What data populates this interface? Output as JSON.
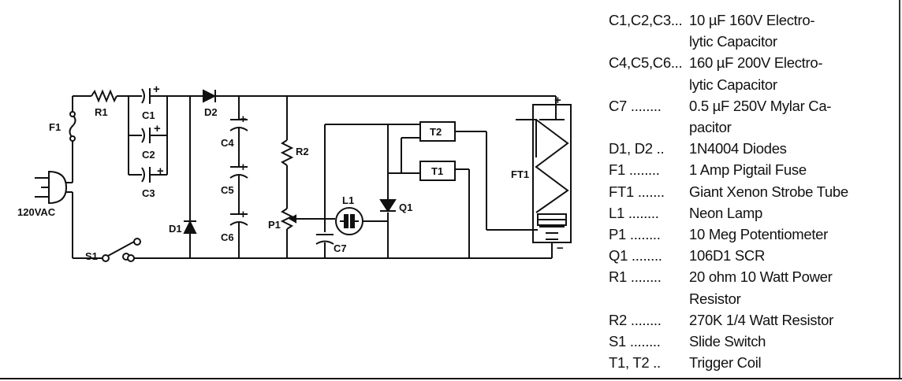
{
  "schematic": {
    "labels": {
      "f1": "F1",
      "r1": "R1",
      "c1": "C1",
      "c2": "C2",
      "c3": "C3",
      "d2": "D2",
      "c4": "C4",
      "c5": "C5",
      "c6": "C6",
      "r2": "R2",
      "p1": "P1",
      "c7": "C7",
      "l1": "L1",
      "q1": "Q1",
      "t1": "T1",
      "t2": "T2",
      "ft1": "FT1",
      "d1": "D1",
      "s1": "S1",
      "plug": "120VAC"
    },
    "polarity": {
      "plus": "+",
      "minus": "−"
    }
  },
  "parts_list": [
    {
      "ref": "C1,C2,C3...",
      "desc": "10 µF 160V Electro-\nlytic Capacitor"
    },
    {
      "ref": "C4,C5,C6...",
      "desc": "160 µF 200V Electro-\nlytic Capacitor"
    },
    {
      "ref": "C7 ........",
      "desc": "0.5 µF 250V Mylar Ca-\npacitor"
    },
    {
      "ref": "D1, D2 ..",
      "desc": "1N4004 Diodes"
    },
    {
      "ref": "F1 ........",
      "desc": "1 Amp Pigtail Fuse"
    },
    {
      "ref": "FT1 .......",
      "desc": "Giant Xenon Strobe Tube"
    },
    {
      "ref": "L1 ........",
      "desc": "Neon Lamp"
    },
    {
      "ref": "P1 ........",
      "desc": "10 Meg Potentiometer"
    },
    {
      "ref": "Q1 ........",
      "desc": "106D1 SCR"
    },
    {
      "ref": "R1 ........",
      "desc": "20 ohm 10 Watt Power\nResistor"
    },
    {
      "ref": "R2 ........",
      "desc": "270K 1/4 Watt Resistor"
    },
    {
      "ref": "S1 ........",
      "desc": "Slide Switch"
    },
    {
      "ref": "T1, T2 ..",
      "desc": "Trigger Coil"
    }
  ]
}
